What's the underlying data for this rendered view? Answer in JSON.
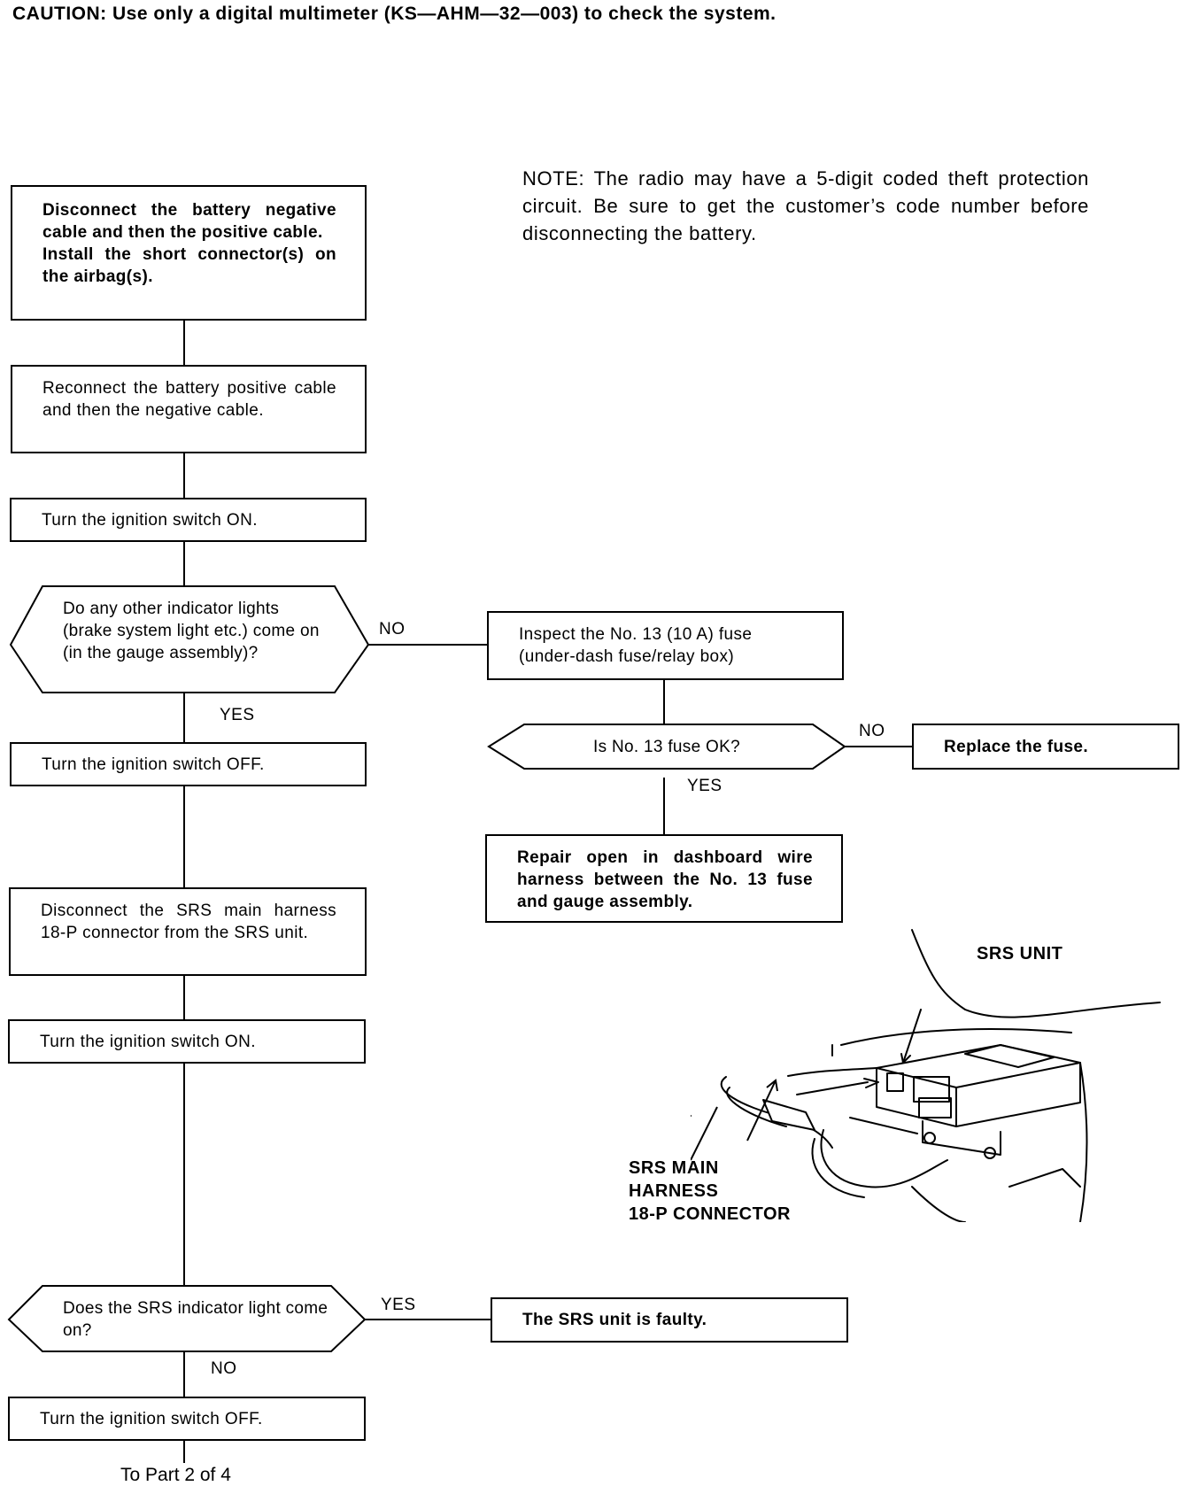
{
  "caution": "CAUTION:  Use only a digital multimeter (KS—AHM—32—003) to check the system.",
  "note": "NOTE:  The radio may have a 5-digit coded theft protection circuit. Be sure to get the customer’s code number before disconnecting the battery.",
  "steps": {
    "disconnect_battery": "Disconnect the battery negative cable and then the positive cable.",
    "install_short_connector": "Install the short connector(s) on the airbag(s).",
    "reconnect_battery": "Reconnect the battery positive cable and then the negative cable.",
    "ignition_on_1": "Turn the ignition switch ON.",
    "ignition_off_1": "Turn the ignition switch OFF.",
    "disconnect_srs_harness": "Disconnect the SRS main harness 18-P connector from the SRS unit.",
    "ignition_on_2": "Turn the ignition switch ON.",
    "ignition_off_2": "Turn the ignition switch OFF.",
    "inspect_fuse": "Inspect the No. 13 (10 A) fuse (under-dash fuse/relay box)",
    "replace_fuse": "Replace the fuse.",
    "repair_open": "Repair open in dashboard wire harness between the No. 13 fuse and gauge assembly.",
    "srs_faulty": "The SRS unit is faulty."
  },
  "decisions": {
    "other_lights": "Do any other indicator lights (brake system light etc.) come on (in the gauge assembly)?",
    "fuse_ok": "Is No. 13 fuse OK?",
    "srs_light": "Does the SRS indicator light come on?"
  },
  "branch_labels": {
    "other_lights_no": "NO",
    "other_lights_yes": "YES",
    "fuse_no": "NO",
    "fuse_yes": "YES",
    "srs_yes": "YES",
    "srs_no": "NO"
  },
  "illustration": {
    "srs_unit_label": "SRS UNIT",
    "connector_label_1": "SRS MAIN",
    "connector_label_2": "HARNESS",
    "connector_label_3": "18-P CONNECTOR"
  },
  "footer": "To Part 2 of 4"
}
